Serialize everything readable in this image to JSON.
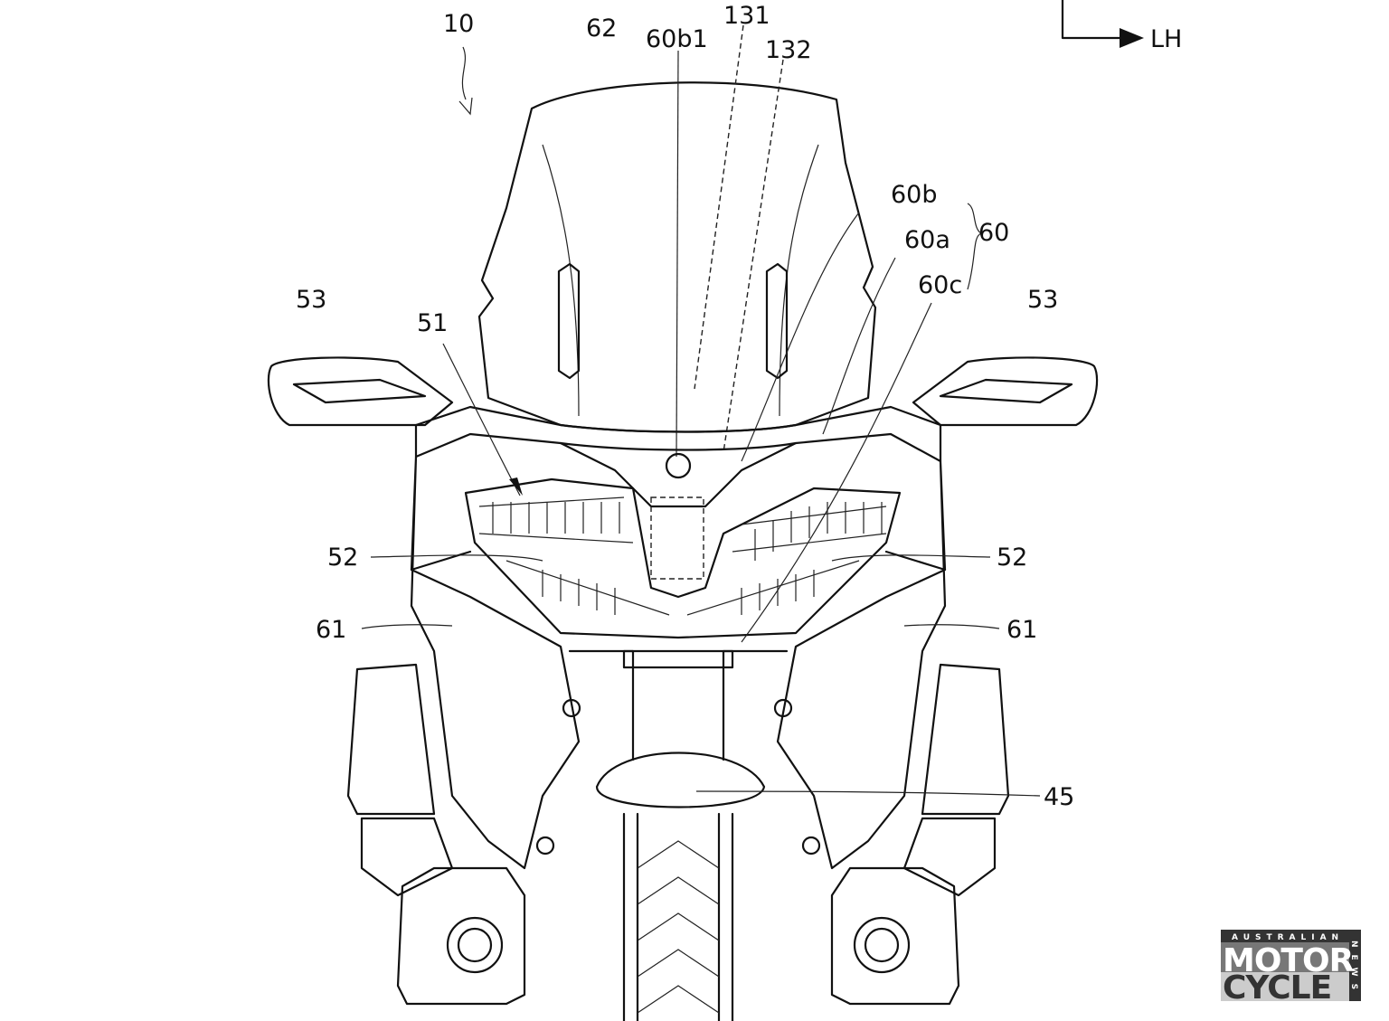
{
  "figure": {
    "direction_label": "LH",
    "labels": {
      "vehicle": "10",
      "windscreen": "62",
      "sensor_window": "60b1",
      "line_131": "131",
      "line_132": "132",
      "part_60b": "60b",
      "part_60a": "60a",
      "part_60": "60",
      "part_60c": "60c",
      "mirror_right": "53",
      "mirror_left": "53",
      "headlight": "51",
      "lamp_right": "52",
      "lamp_left": "52",
      "side_cover_right": "61",
      "side_cover_left": "61",
      "front_fender": "45"
    }
  },
  "watermark": {
    "top": "AUSTRALIAN",
    "line1": "MOTOR",
    "line2": "CYCLE",
    "side": "NEWS"
  }
}
